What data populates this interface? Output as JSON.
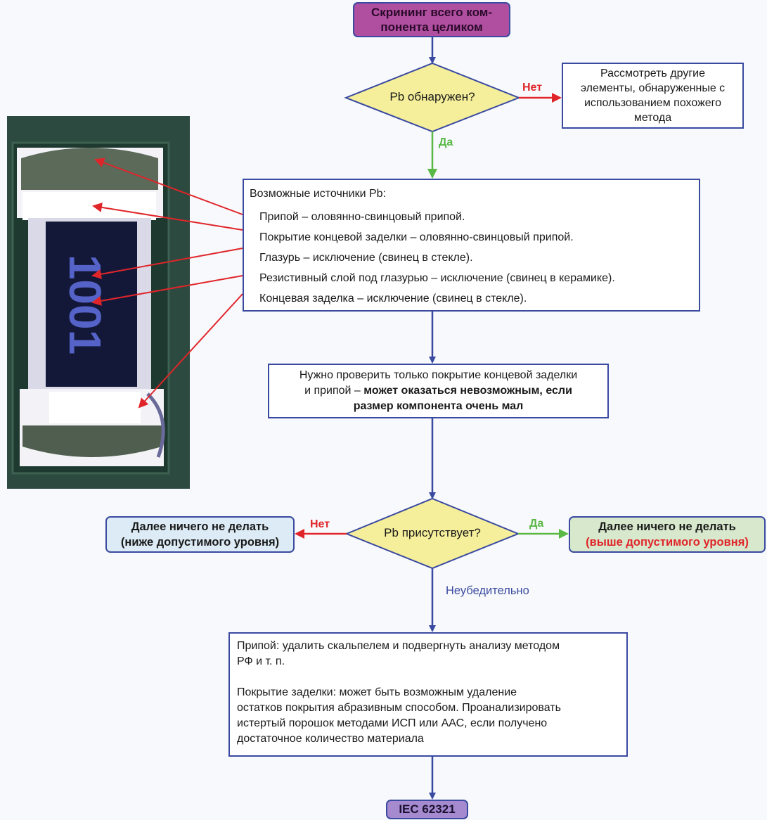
{
  "start": {
    "line1": "Скрининг всего ком-",
    "line2": "понента целиком",
    "color": "#b04ea0"
  },
  "decision1": {
    "question": "Pb обнаружен?",
    "no_label": "Нет",
    "yes_label": "Да"
  },
  "consider_box": {
    "lines": [
      "Рассмотреть другие",
      "элементы, обнаруженные с",
      "использованием похожего",
      "метода"
    ]
  },
  "sources": {
    "title": "Возможные источники Pb:",
    "items": [
      "Припой – оловянно-свинцовый припой.",
      "Покрытие концевой заделки – оловянно-свинцовый припой.",
      "Глазурь – исключение (свинец в стекле).",
      "Резистивный слой под глазурью – исключение (свинец в керамике).",
      "Концевая заделка – исключение (свинец в стекле)."
    ]
  },
  "check_box": {
    "line1": "Нужно проверить только покрытие концевой заделки",
    "line2_plain": "и припой – ",
    "line2_bold": "может оказаться невозможным, если",
    "line3_bold": "размер компонента очень мал"
  },
  "decision2": {
    "question": "Pb присутствует?",
    "no_label": "Нет",
    "yes_label": "Да",
    "inconclusive_label": "Неубедительно"
  },
  "left_outcome": {
    "line1": "Далее ничего не делать",
    "line2": "(ниже допустимого уровня)"
  },
  "right_outcome": {
    "line1": "Далее ничего не делать",
    "line2": "(выше допустимого уровня)"
  },
  "action_box": {
    "para1_line1": "Припой: удалить скальпелем и подвергнуть анализу методом",
    "para1_line2": "РФ и т. п.",
    "para2_lines": [
      "Покрытие заделки: может быть возможным удаление",
      "остатков покрытия абразивным способом. Проанализировать",
      "истертый порошок методами ИСП или ААС, если получено",
      "достаточное количество материала"
    ]
  },
  "end": {
    "label": "IEC 62321",
    "color": "#a58ad0"
  },
  "component_photo": {
    "marking": "1001"
  },
  "colors": {
    "flow_blue": "#3a4aa0",
    "no_red": "#e0252a",
    "yes_green": "#5ab845",
    "diamond_yellow": "#f5ee9a"
  }
}
